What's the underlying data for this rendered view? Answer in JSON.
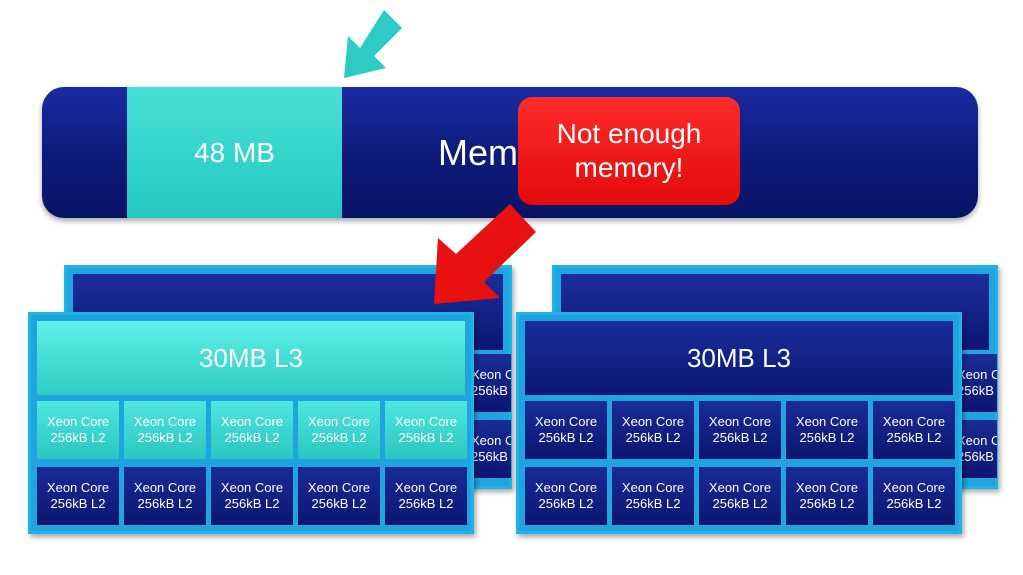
{
  "memory": {
    "label": "Memory",
    "block_label": "48 MB"
  },
  "callout": {
    "text": "Not enough memory!"
  },
  "packages": {
    "l3_label": "30MB L3",
    "core_name": "Xeon Core",
    "core_cache": "256kB L2"
  },
  "colors": {
    "navy": "#0d1a7a",
    "teal": "#2ecbc4",
    "frame": "#20a4df",
    "alert": "#e81010"
  }
}
